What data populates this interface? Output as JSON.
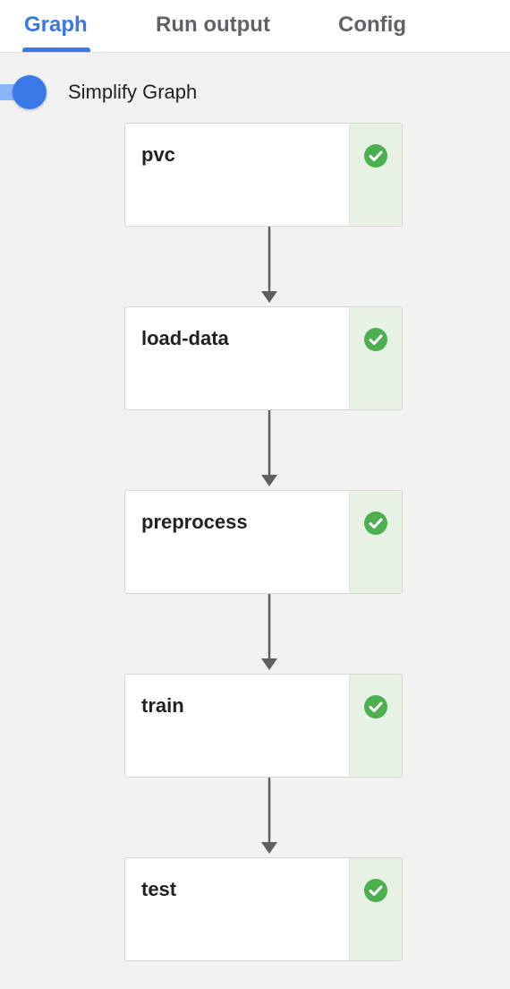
{
  "tabs": [
    {
      "label": "Graph",
      "active": true
    },
    {
      "label": "Run output",
      "active": false
    },
    {
      "label": "Config",
      "active": false
    }
  ],
  "toggle": {
    "label": "Simplify Graph",
    "enabled": true
  },
  "nodes": [
    {
      "label": "pvc",
      "status": "succeeded",
      "status_icon": "check-circle-icon"
    },
    {
      "label": "load-data",
      "status": "succeeded",
      "status_icon": "check-circle-icon"
    },
    {
      "label": "preprocess",
      "status": "succeeded",
      "status_icon": "check-circle-icon"
    },
    {
      "label": "train",
      "status": "succeeded",
      "status_icon": "check-circle-icon"
    },
    {
      "label": "test",
      "status": "succeeded",
      "status_icon": "check-circle-icon"
    }
  ],
  "colors": {
    "accent": "#3b78e7",
    "success": "#4caf50",
    "status_panel": "#e8f2e4",
    "edge": "#5f5f5f"
  }
}
